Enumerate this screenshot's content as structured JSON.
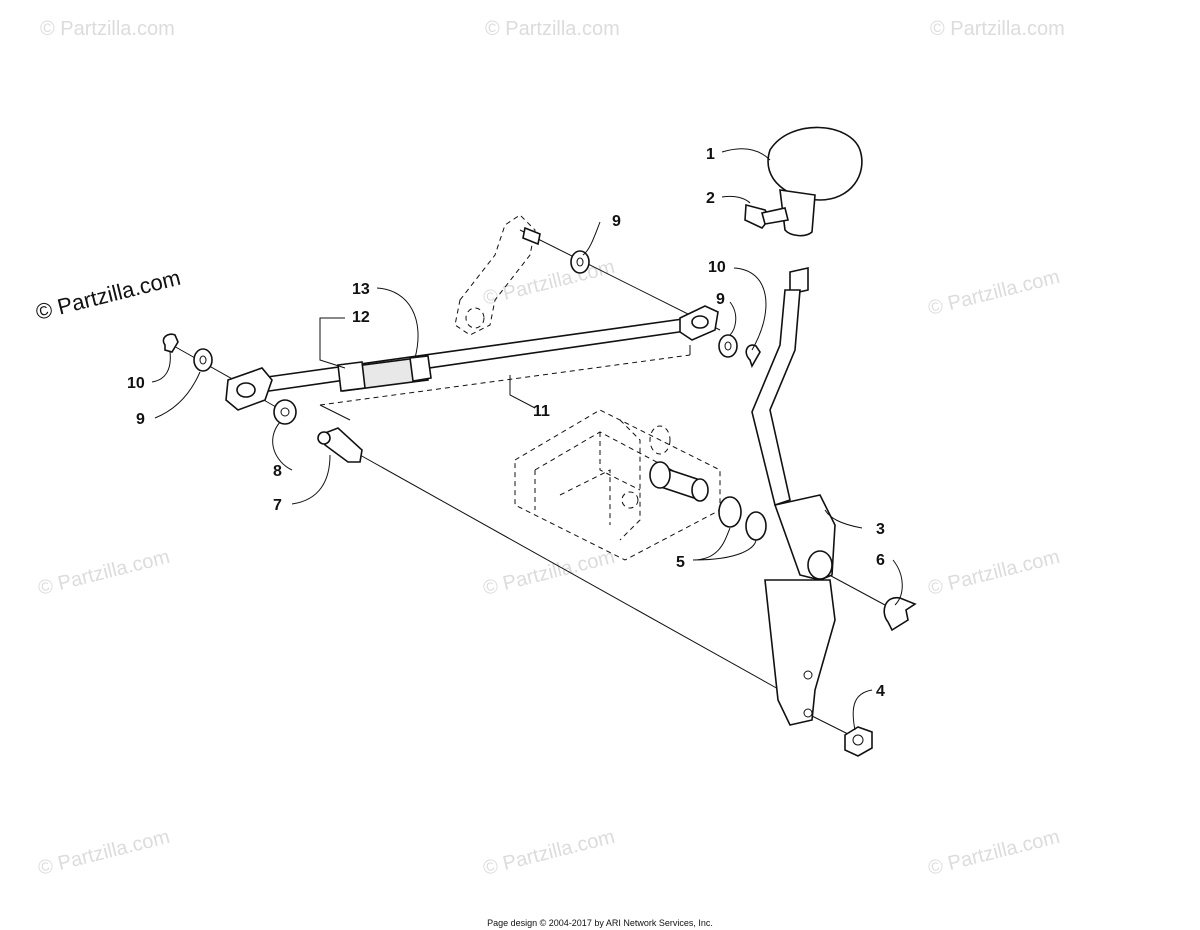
{
  "watermark": {
    "text": "© Partzilla.com",
    "prominent_text": "© Partzilla.com"
  },
  "callouts": {
    "c1": "1",
    "c2": "2",
    "c3": "3",
    "c4": "4",
    "c5": "5",
    "c6": "6",
    "c7": "7",
    "c8": "8",
    "c9a": "9",
    "c9b": "9",
    "c9c": "9",
    "c10a": "10",
    "c10b": "10",
    "c11": "11",
    "c12": "12",
    "c13": "13"
  },
  "footer": {
    "text": "Page design © 2004-2017 by ARI Network Services, Inc."
  }
}
